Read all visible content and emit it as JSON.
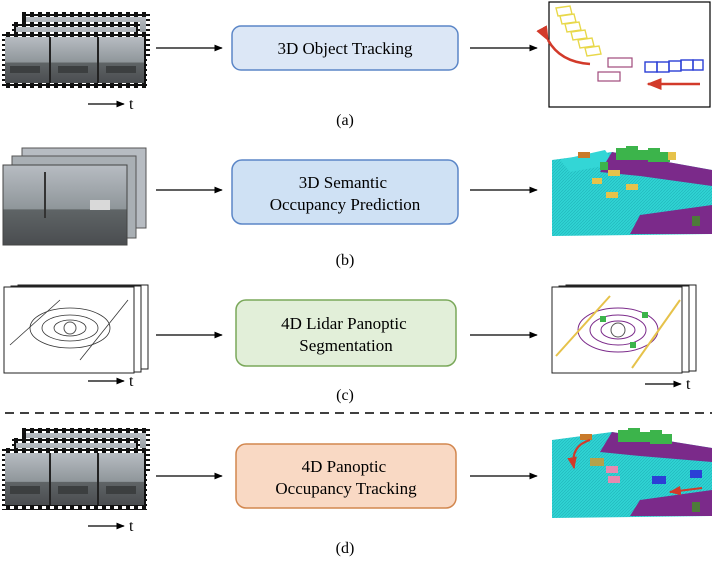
{
  "rows": [
    {
      "caption": "(a)",
      "task": [
        "3D Object Tracking"
      ],
      "fill": "#dce7f6",
      "stroke": "#5b86c7",
      "time_label": "t"
    },
    {
      "caption": "(b)",
      "task": [
        "3D Semantic",
        "Occupancy Prediction"
      ],
      "fill": "#cfe1f4",
      "stroke": "#5b86c7"
    },
    {
      "caption": "(c)",
      "task": [
        "4D Lidar Panoptic",
        "Segmentation"
      ],
      "fill": "#e2efd9",
      "stroke": "#7aa85a",
      "time_label": "t",
      "output_time_label": "t"
    },
    {
      "caption": "(d)",
      "task": [
        "4D Panoptic",
        "Occupancy Tracking"
      ],
      "fill": "#f9d9c4",
      "stroke": "#d2874f",
      "time_label": "t"
    }
  ],
  "colors": {
    "occupancy_ground": "#33d6d6",
    "occupancy_vegetation": "#3cb44b",
    "occupancy_sidewalk": "#7b2a8a",
    "occupancy_vehicle": "#e6c24a",
    "track_yellow": "#e8d84a",
    "track_blue": "#2b3fd6",
    "track_pink": "#a04a7c",
    "track_arrow_red": "#d23a2a"
  }
}
